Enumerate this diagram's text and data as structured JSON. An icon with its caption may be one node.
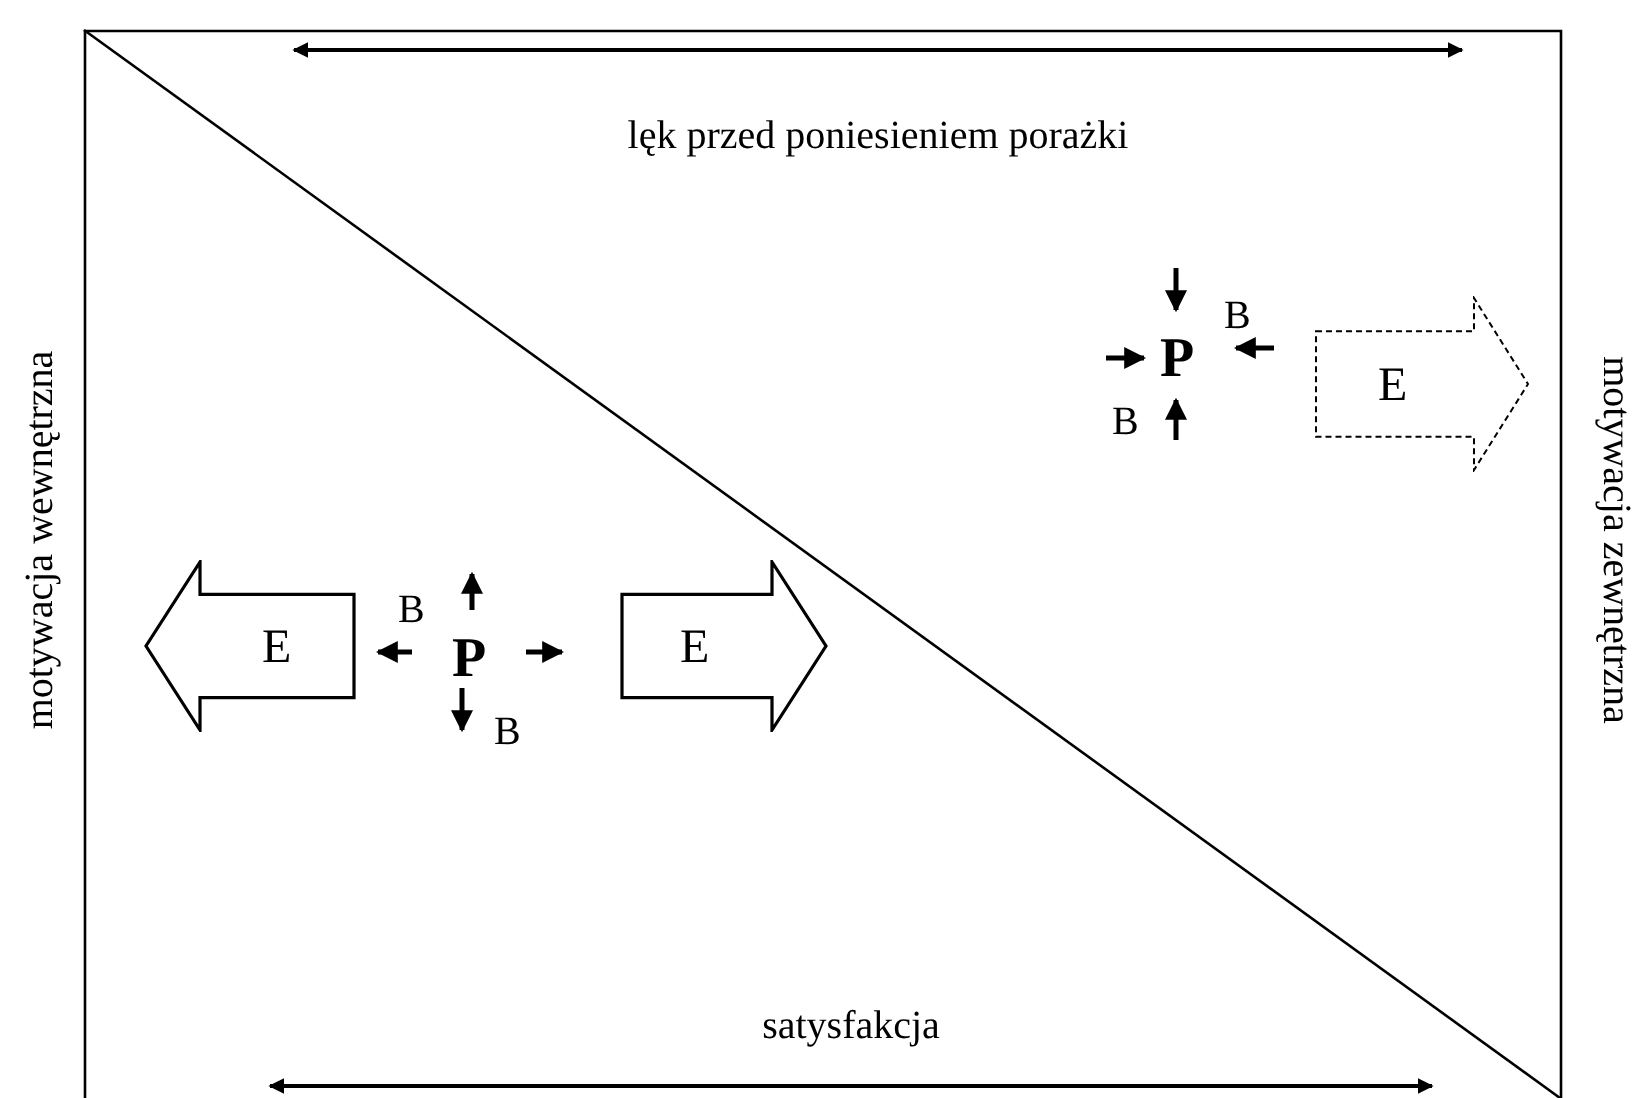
{
  "diagram": {
    "nodes": [
      {
        "text": [
          "E"
        ]
      },
      {
        "text": [
          "E"
        ]
      },
      {
        "text": [
          "E"
        ]
      }
    ],
    "labels": [
      "lęk przed poniesieniem porażki",
      "motywacja wewnętrzna",
      "B",
      "P",
      "B",
      "motywacja zewnętrzna",
      "B",
      "P",
      "B",
      "satysfakcja"
    ]
  }
}
